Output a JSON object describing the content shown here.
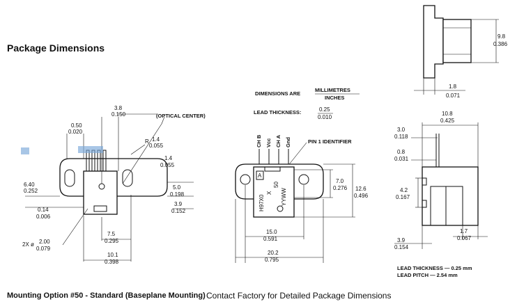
{
  "page": {
    "title": "Package Dimensions",
    "footer_left": "Mounting Option #50 - Standard (Baseplane Mounting)",
    "footer_right": "Contact Factory for Detailed Package Dimensions"
  },
  "legend": {
    "dimensions_are": "DIMENSIONS ARE",
    "unit_top": "MILLIMETRES",
    "unit_bottom": "INCHES",
    "lead_thickness": "LEAD THICKNESS:",
    "lead_thickness_mm": "0.25",
    "lead_thickness_in": "0.010"
  },
  "left_view": {
    "optical_center": "(OPTICAL CENTER)",
    "radius_prefix": "R",
    "dims": [
      {
        "id": "w050",
        "mm": "0.50",
        "in": "0.020"
      },
      {
        "id": "w38",
        "mm": "3.8",
        "in": "0.150"
      },
      {
        "id": "r14",
        "mm": "1.4",
        "in": "0.055"
      },
      {
        "id": "h14",
        "mm": "1.4",
        "in": "0.055"
      },
      {
        "id": "h640",
        "mm": "6.40",
        "in": "0.252"
      },
      {
        "id": "h50",
        "mm": "5.0",
        "in": "0.198"
      },
      {
        "id": "w014",
        "mm": "0.14",
        "in": "0.006"
      },
      {
        "id": "h39",
        "mm": "3.9",
        "in": "0.152"
      },
      {
        "id": "w75",
        "mm": "7.5",
        "in": "0.295"
      },
      {
        "id": "d200",
        "mm": "2.00",
        "in": "0.079"
      },
      {
        "id": "w101",
        "mm": "10.1",
        "in": "0.398"
      }
    ],
    "hole_prefix": "2X ø"
  },
  "center_view": {
    "pin_labels": [
      "CH B",
      "Vcc",
      "CH A",
      "Gnd"
    ],
    "pin1_identifier": "PIN 1 IDENTIFIER",
    "marking": [
      "H97X0",
      "X",
      "50",
      "YYWW"
    ],
    "marking_box": "A",
    "dims": [
      {
        "id": "h70",
        "mm": "7.0",
        "in": "0.276"
      },
      {
        "id": "h126",
        "mm": "12.6",
        "in": "0.496"
      },
      {
        "id": "w150",
        "mm": "15.0",
        "in": "0.591"
      },
      {
        "id": "w202",
        "mm": "20.2",
        "in": "0.795"
      }
    ]
  },
  "right_view": {
    "dims": [
      {
        "id": "h98",
        "mm": "9.8",
        "in": "0.386"
      },
      {
        "id": "w18",
        "mm": "1.8",
        "in": "0.071"
      },
      {
        "id": "w108",
        "mm": "10.8",
        "in": "0.425"
      },
      {
        "id": "w30",
        "mm": "3.0",
        "in": "0.118"
      },
      {
        "id": "w08",
        "mm": "0.8",
        "in": "0.031"
      },
      {
        "id": "h42",
        "mm": "4.2",
        "in": "0.167"
      },
      {
        "id": "w17",
        "mm": "1.7",
        "in": "0.067"
      },
      {
        "id": "w39b",
        "mm": "3.9",
        "in": "0.154"
      }
    ],
    "note_thickness": "LEAD THICKNESS — 0.25 mm",
    "note_pitch": "LEAD PITCH — 2.54 mm"
  }
}
